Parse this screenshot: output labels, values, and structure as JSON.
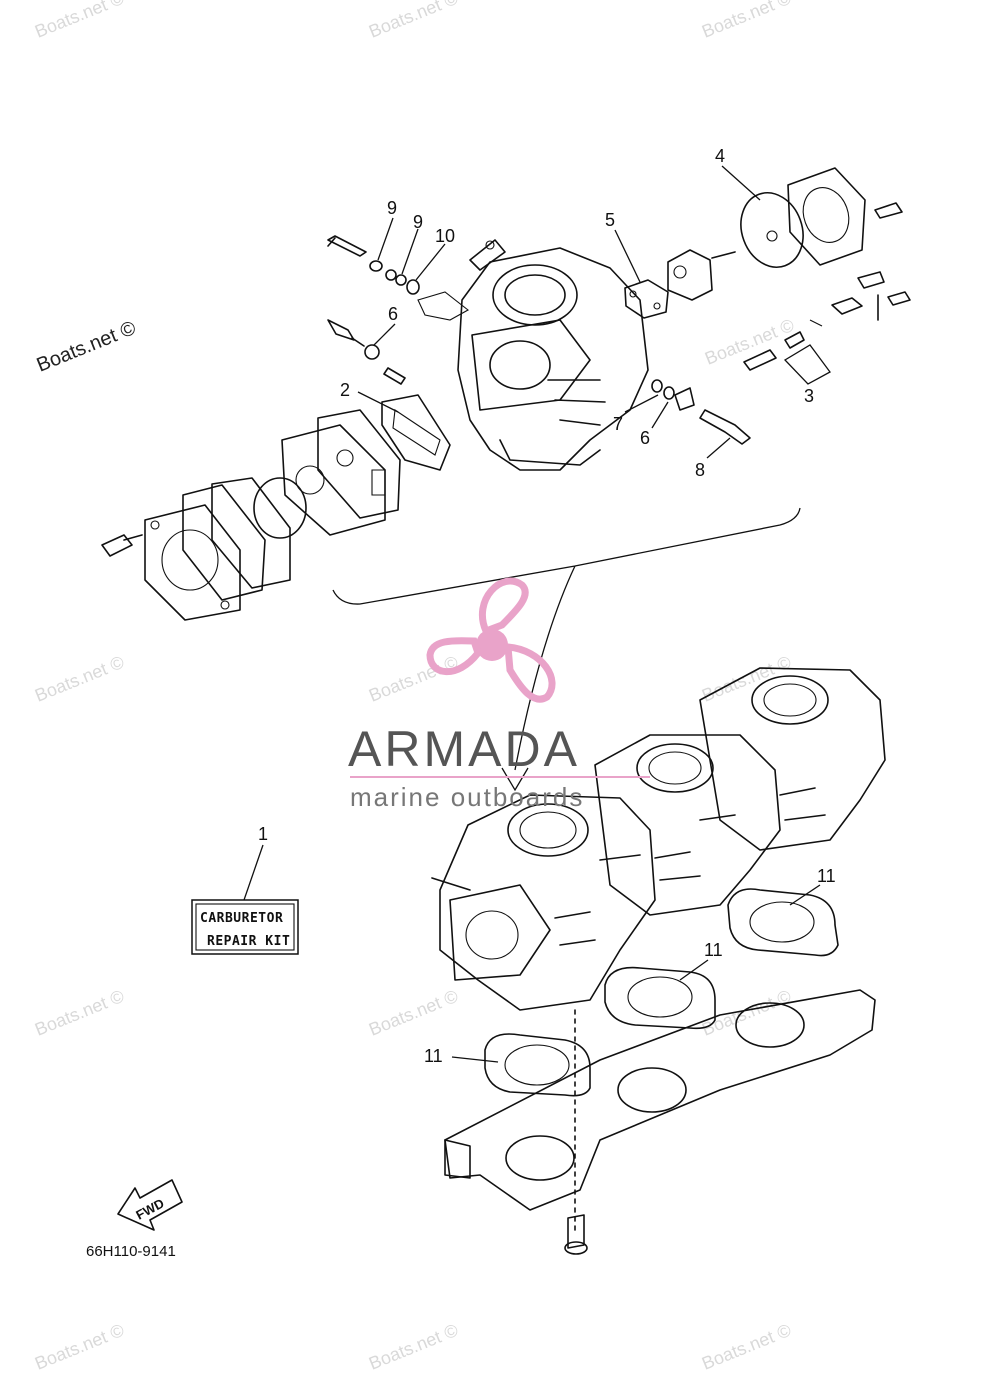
{
  "watermarks": {
    "site_text": "Boats.net ©",
    "dark_text": "Boats.net ©"
  },
  "callouts": [
    "1",
    "2",
    "3",
    "4",
    "5",
    "6",
    "6",
    "7",
    "8",
    "9",
    "9",
    "10",
    "11",
    "11",
    "11"
  ],
  "kit_label": {
    "line1": "CARBURETOR",
    "line2": "REPAIR KIT"
  },
  "fwd_label": "FWD",
  "diagram_code": "66H110-9141",
  "brand": {
    "name": "ARMADA",
    "tagline": "marine outboards",
    "accent": "#e9a3c9",
    "text_color": "#555555"
  },
  "icons": {
    "brand_logo": "propeller-icon",
    "direction": "fwd-arrow-icon"
  }
}
